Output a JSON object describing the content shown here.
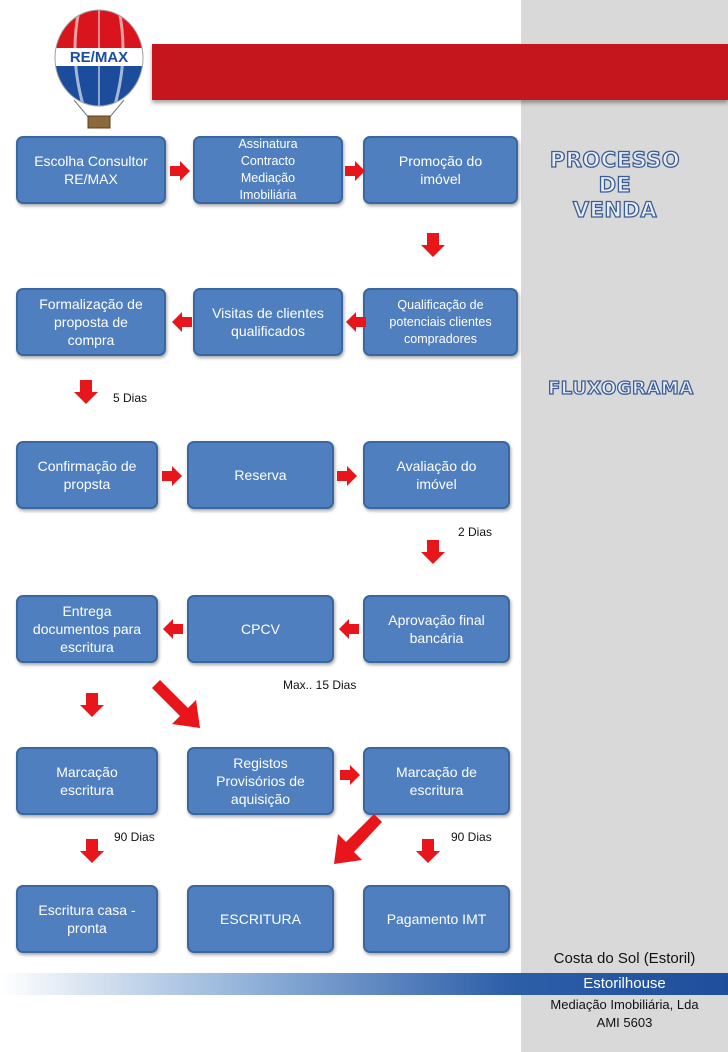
{
  "logo": {
    "brand_text": "RE/MAX"
  },
  "titles": {
    "processo": "PROCESSO\nDE\nVENDA",
    "fluxograma": "FLUXOGRAMA"
  },
  "boxes": {
    "escolha": "Escolha Consultor\nRE/MAX",
    "assinatura": "Assinatura\nContracto\nMediação\nImobiliária",
    "promocao": "Promoção do\nimóvel",
    "formalizacao": "Formalização de\nproposta de\ncompra",
    "visitas": "Visitas de clientes\nqualificados",
    "qualificacao": "Qualificação de\npotenciais clientes\ncompradores",
    "confirmacao": "Confirmação de\npropsta",
    "reserva": "Reserva",
    "avaliacao": "Avaliação do\nimóvel",
    "entrega": "Entrega\ndocumentos para\nescritura",
    "cpcv": "CPCV",
    "aprovacao": "Aprovação final\nbancária",
    "marcacao1": "Marcação\nescritura",
    "registos": "Registos\nProvisórios de\naquisição",
    "marcacao2": "Marcação de\nescritura",
    "escritura_casa": "Escritura casa -\npronta",
    "escritura": "ESCRITURA",
    "imt": "Pagamento IMT"
  },
  "labels": {
    "dias5": "5 Dias",
    "dias2": "2 Dias",
    "max15": "Max.. 15 Dias",
    "dias90_left": "90 Dias",
    "dias90_right": "90 Dias"
  },
  "footer": {
    "location": "Costa do Sol (Estoril)",
    "company": "Estorilhouse",
    "line1": "Mediação Imobiliária, Lda",
    "line2": "AMI 5603"
  },
  "colors": {
    "box": "#4f7fbf",
    "arrow": "#e8151b",
    "header_red": "#c4161c",
    "sidebar": "#d9d9d9",
    "footer_blue": "#1f4f9c"
  }
}
